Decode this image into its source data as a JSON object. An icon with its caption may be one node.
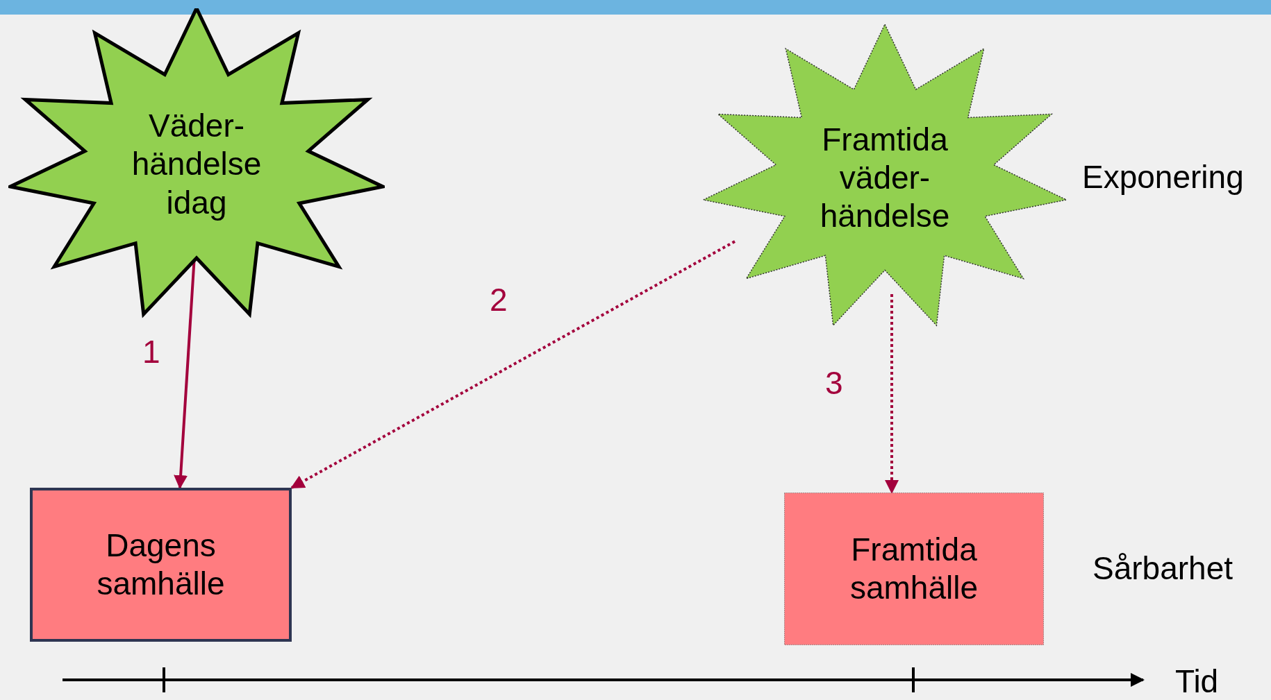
{
  "diagram": {
    "nodes": [
      {
        "text": [
          "Väder- händelse idag"
        ]
      },
      {
        "text": [
          "Framtida väder- händelse"
        ]
      },
      {
        "text": [
          "Dagens samhälle"
        ]
      },
      {
        "text": [
          "Framtida samhälle"
        ]
      }
    ],
    "edges": [
      {
        "from": 0,
        "to": 2,
        "arrow": "to",
        "label": "1"
      },
      {
        "from": 1,
        "to": 2,
        "arrow": "to",
        "label": "2",
        "style": "dashed"
      },
      {
        "from": 1,
        "to": 3,
        "arrow": "to",
        "label": "3",
        "style": "dashed"
      }
    ],
    "labels": [
      "Exponering",
      "Sårbarhet",
      "Tid"
    ]
  }
}
